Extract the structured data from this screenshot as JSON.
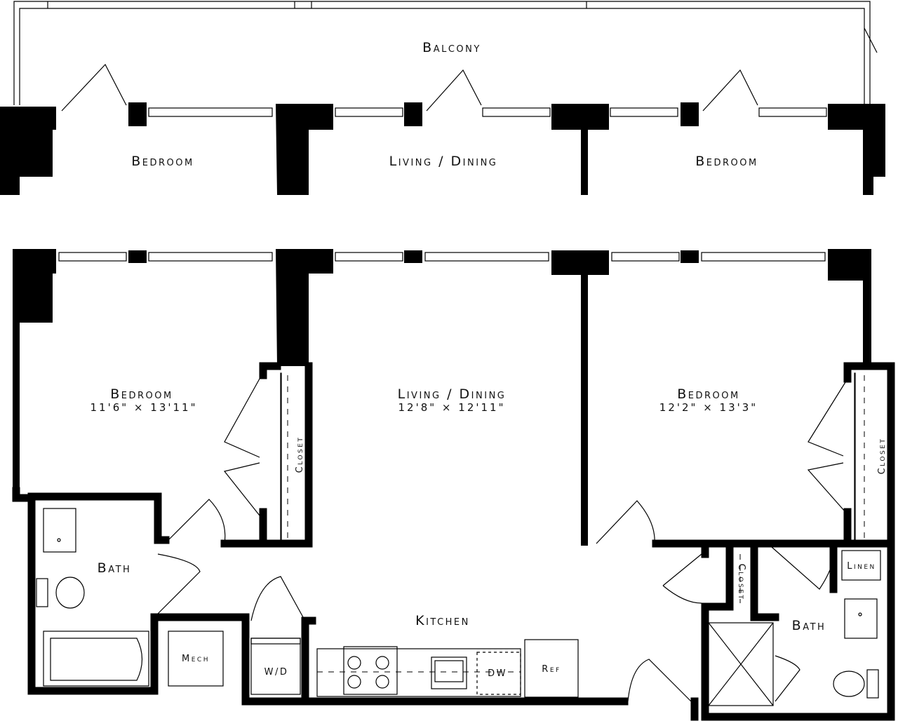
{
  "plan": {
    "top_section": {
      "balcony": "Balcony",
      "bedroom_left": "Bedroom",
      "living_dining": "Living / Dining",
      "bedroom_right": "Bedroom"
    },
    "rooms": {
      "bedroom_left": {
        "name": "Bedroom",
        "dimensions": "11'6\" × 13'11\""
      },
      "living_dining": {
        "name": "Living / Dining",
        "dimensions": "12'8\" × 12'11\""
      },
      "bedroom_right": {
        "name": "Bedroom",
        "dimensions": "12'2\" × 13'3\""
      },
      "closet_left": "Closet",
      "closet_right": "Closet",
      "closet_hall": "Closet",
      "bath_left": "Bath",
      "bath_right": "Bath",
      "linen": "Linen",
      "kitchen": "Kitchen",
      "mech": "Mech",
      "washer_dryer": "W/D",
      "dishwasher": "DW",
      "refrigerator": "Ref"
    }
  }
}
